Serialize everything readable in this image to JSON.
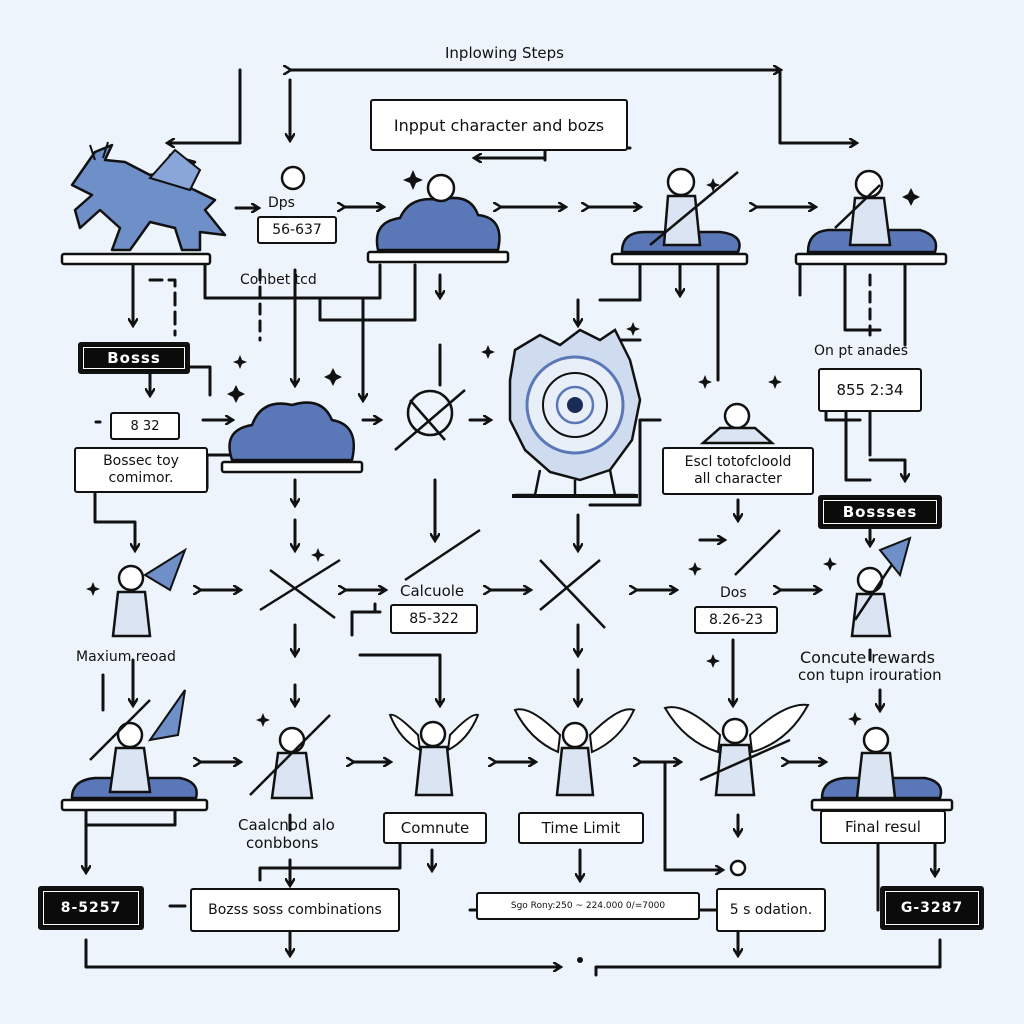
{
  "title": "Inplowing Steps",
  "labels": {
    "input_box": "Inpput character and bozs",
    "dps_top": "Dps",
    "dps_top_value": "56-637",
    "combat_text": "Conbet tcd",
    "bosss_banner": "Bosss",
    "small_value": "8 32",
    "bosses_common": [
      "Bossec toy",
      "comimor."
    ],
    "each_character": [
      "Escl totofcloold",
      "all character"
    ],
    "optimal_nodes": "On pt anades",
    "right_value": "855 2:34",
    "bossses_banner": "Bossses",
    "calculate": "Calcuole",
    "calc_value": "85-322",
    "dps_mid": "Dos",
    "dps_mid_value": "8.26-23",
    "maximum_reward": "Maxium reoad",
    "compute_rewards": [
      "Concute rewards",
      "con tupn irouration"
    ],
    "calc_combos": [
      "Caalcnod alo",
      "conbbons"
    ],
    "compute": "Comnute",
    "time_limit": "Time Limit",
    "final_result": "Final resul",
    "bottom_left_value": "8-5257",
    "boss_combinations": "Bozss soss combinations",
    "formula": "Sgo Rony:250 ~ 224.000 0/=7000",
    "solution": "5 s odation.",
    "bottom_right_value": "G-3287"
  },
  "colors": {
    "background": "#edf4fb",
    "ink": "#111111",
    "accent_blue": "#6f8fc8",
    "cloud_blue": "#5a78b8",
    "box_fill": "#ffffff",
    "banner_fill": "#0b0b0b"
  },
  "icons": [
    "dragon-icon",
    "stick-figure-icon",
    "cloud-platform-icon",
    "sword-icon",
    "portal-icon",
    "winged-angel-icon",
    "sparkle-icon",
    "arrow-icon"
  ]
}
